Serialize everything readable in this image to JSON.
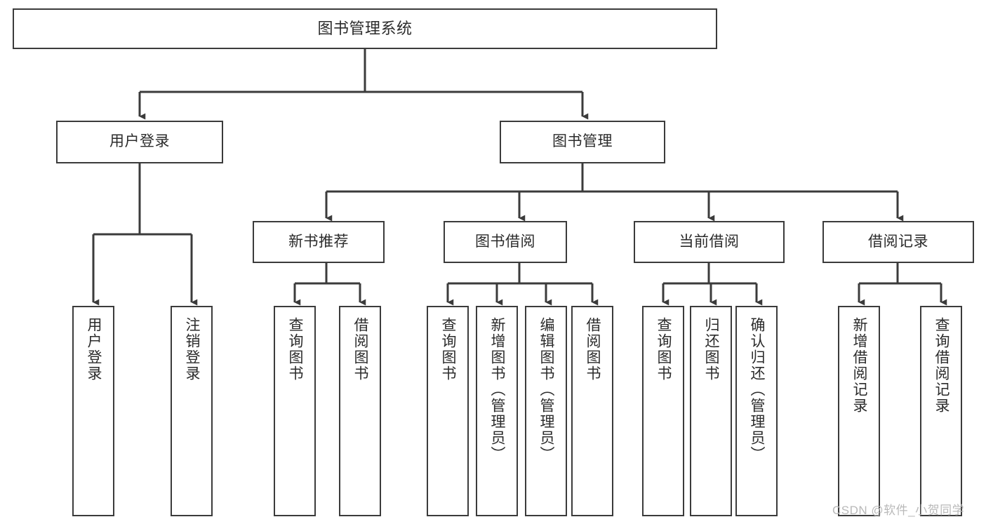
{
  "diagram": {
    "title": "图书管理系统",
    "type": "hierarchy-tree",
    "colors": {
      "background": "#ffffff",
      "box_border": "#3b3b3b",
      "box_fill": "#ffffff",
      "connector": "#3b3b3b",
      "text": "#2b2b2b",
      "watermark": "#b9b9b9"
    },
    "root": {
      "label": "图书管理系统"
    },
    "level1": [
      {
        "label": "用户登录"
      },
      {
        "label": "图书管理"
      }
    ],
    "level2": [
      {
        "label": "新书推荐"
      },
      {
        "label": "图书借阅"
      },
      {
        "label": "当前借阅"
      },
      {
        "label": "借阅记录"
      }
    ],
    "leaves": {
      "user_login": [
        {
          "label": "用户登录"
        },
        {
          "label": "注销登录"
        }
      ],
      "new_book": [
        {
          "label": "查询图书"
        },
        {
          "label": "借阅图书"
        }
      ],
      "borrow_book": [
        {
          "label": "查询图书"
        },
        {
          "label": "新增图书（管理员）"
        },
        {
          "label": "编辑图书（管理员）"
        },
        {
          "label": "借阅图书"
        }
      ],
      "current_borrow": [
        {
          "label": "查询图书"
        },
        {
          "label": "归还图书"
        },
        {
          "label": "确认归还（管理员）"
        }
      ],
      "borrow_record": [
        {
          "label": "新增借阅记录"
        },
        {
          "label": "查询借阅记录"
        }
      ]
    }
  },
  "watermark": {
    "text": "CSDN @软件_小贺同学"
  }
}
